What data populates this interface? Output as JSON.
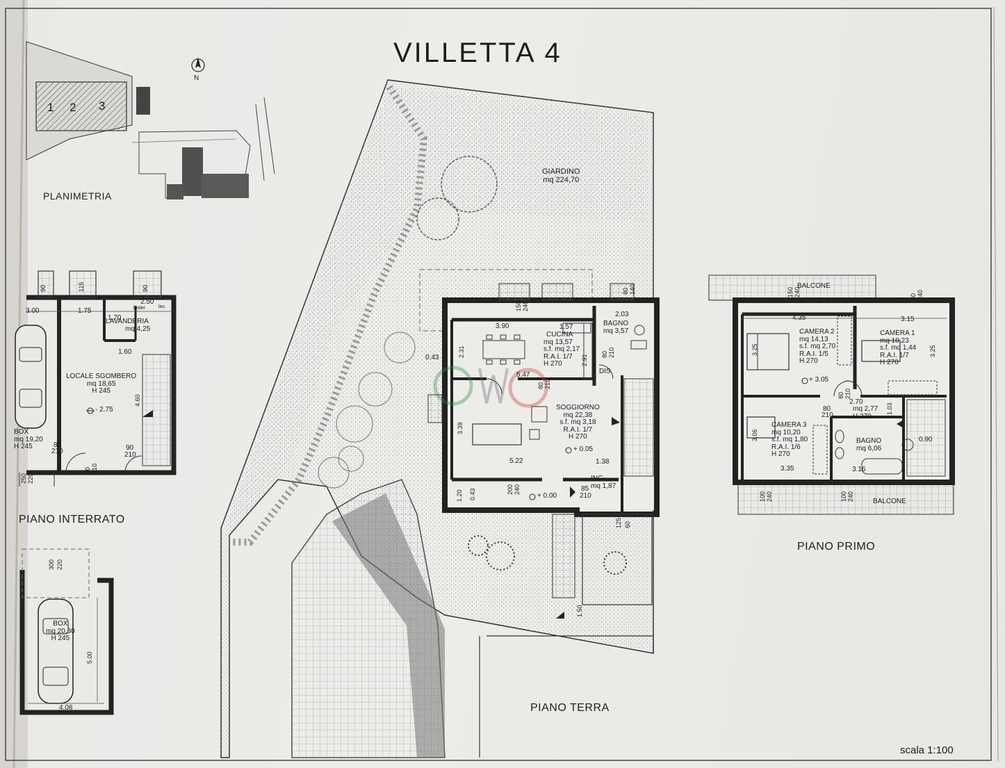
{
  "title": "VILLETTA 4",
  "north": "N",
  "scale": "scala 1:100",
  "views": {
    "planimetria": "PLANIMETRIA",
    "interrato": "PIANO INTERRATO",
    "terra": "PIANO TERRA",
    "primo": "PIANO PRIMO"
  },
  "site_plan": {
    "lots": [
      "1",
      "2",
      "3"
    ]
  },
  "rooms": {
    "box1": {
      "name": "BOX",
      "area": "mq 19,20",
      "height": "H 245"
    },
    "lavanderia": {
      "name": "LAVANDERIA",
      "area": "mq 4,25"
    },
    "sgombero": {
      "name": "LOCALE SGOMBERO",
      "area": "mq 18,65",
      "height": "H 245"
    },
    "box2": {
      "name": "BOX",
      "area": "mq 20,30",
      "height": "H 245"
    },
    "giardino": {
      "name": "GIARDINO",
      "area": "mq 224,70"
    },
    "cucina": {
      "name": "CUCINA",
      "area": "mq 13,57",
      "sf": "s.f. mq 2,17",
      "rai": "R.A.I. 1/7",
      "height": "H 270"
    },
    "bagno_pt": {
      "name": "BAGNO",
      "area": "mq 3,57"
    },
    "dis": {
      "name": "DIS."
    },
    "soggiorno": {
      "name": "SOGGIORNO",
      "area": "mq 22,38",
      "sf": "s.f. mq 3,18",
      "rai": "R.A.I. 1/7",
      "height": "H 270"
    },
    "ing": {
      "name": "ING.",
      "area": "mq 1,87"
    },
    "camera2": {
      "name": "CAMERA 2",
      "area": "mq 14,13",
      "sf": "s.f. mq 2,70",
      "rai": "R.A.I. 1/5",
      "height": "H 270"
    },
    "camera1": {
      "name": "CAMERA 1",
      "area": "mq 10,23",
      "sf": "s.f. mq 1,44",
      "rai": "R.A.I. 1/7",
      "height": "H 270"
    },
    "camera3": {
      "name": "CAMERA 3",
      "area": "mq 10,20",
      "sf": "s.f. mq 1,80",
      "rai": "R.A.I. 1/6",
      "height": "H 270"
    },
    "bagno_pp": {
      "name": "BAGNO",
      "area": "mq 6,06"
    },
    "disimpegno_pp": {
      "area": "mq 2,77",
      "height": "H 270"
    },
    "balcone_n": {
      "name": "BALCONE"
    },
    "balcone_s": {
      "name": "BALCONE"
    }
  },
  "levels": {
    "interrato": "- 2.75",
    "soggiorno": "+ 0.05",
    "ingresso": "+ 0.00",
    "primo": "+ 3.05"
  },
  "dims": {
    "int_300": "3.00",
    "int_175": "1.75",
    "int_250": "2.50",
    "int_170": "1.70",
    "int_160": "1.60",
    "int_460": "4.60",
    "int_408": "4.08",
    "int_500": "5.00",
    "int_w1": "90",
    "int_w2": "115",
    "int_w3": "90",
    "int_d1": "80",
    "int_d1b": "210",
    "int_d2": "90",
    "int_d2b": "210",
    "int_d3": "80",
    "int_d3b": "210",
    "int_lav": "lav.",
    "int_boiler": "boiler",
    "int_box_top": "300",
    "int_box_top2": "220",
    "int_box_low": "250",
    "int_box_low2": "220",
    "pt_390": "3.90",
    "pt_157": "1.57",
    "pt_203": "2.03",
    "pt_231": "2.31",
    "pt_291": "2.91",
    "pt_043a": "0.43",
    "pt_547": "5.47",
    "pt_339": "3.39",
    "pt_522": "5.22",
    "pt_138": "1.38",
    "pt_120": "1.20",
    "pt_043b": "0.43",
    "pt_150": "1.50",
    "pt_w1": "150",
    "pt_w1b": "240",
    "pt_w2": "80",
    "pt_w2b": "140",
    "pt_d1": "80",
    "pt_d1b": "210",
    "pt_d2": "80",
    "pt_d2b": "210",
    "pt_d3": "200",
    "pt_d3b": "240",
    "pt_d4": "85",
    "pt_d4b": "210",
    "pt_d5": "125",
    "pt_d5b": "60",
    "pp_435": "4.35",
    "pp_315": "3.15",
    "pp_325a": "3.25",
    "pp_325b": "3.25",
    "pp_306": "3.06",
    "pp_335": "3.35",
    "pp_316": "3.16",
    "pp_270": "2.70",
    "pp_103": "1.03",
    "pp_090": "0.90",
    "pp_w1": "150",
    "pp_w1b": "240",
    "pp_w2": "80",
    "pp_w2b": "240",
    "pp_d1": "80",
    "pp_d1b": "210",
    "pp_d2": "80",
    "pp_d2b": "210",
    "pp_d3": "100",
    "pp_d3b": "240",
    "pp_d4": "100",
    "pp_d4b": "240"
  }
}
